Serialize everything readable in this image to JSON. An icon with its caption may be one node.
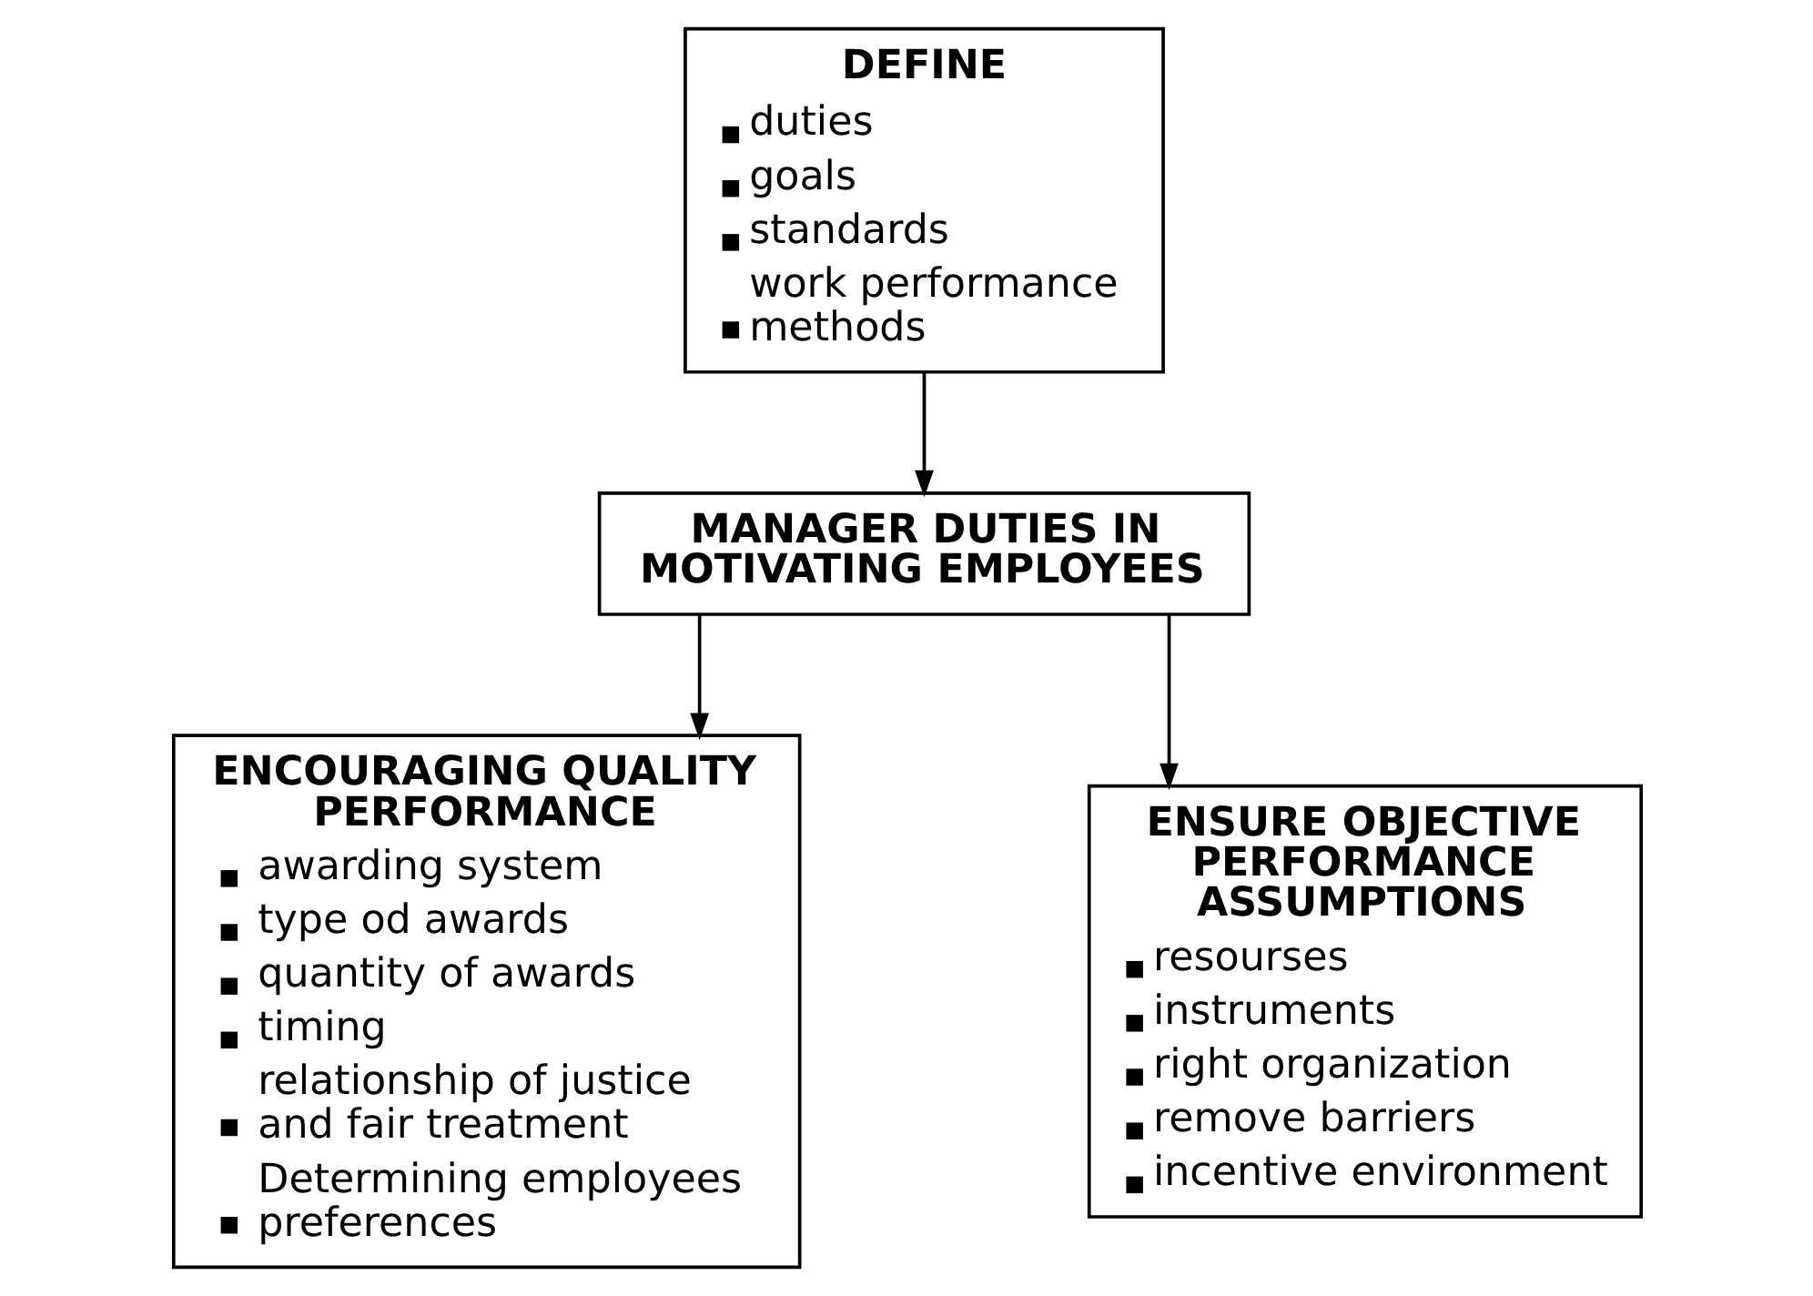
{
  "diagram": {
    "nodes": [
      {
        "text": [
          "DEFINE",
          "duties",
          "goals",
          "standards",
          "work performance methods"
        ]
      },
      {
        "text": [
          "MANAGER DUTIES IN MOTIVATING EMPLOYEES"
        ]
      },
      {
        "text": [
          "ENCOURAGING QUALITY PERFORMANCE",
          "awarding system",
          "type od awards",
          "quantity of awards",
          "timing",
          "relationship of justice and fair treatment",
          "Determining employees preferences"
        ]
      },
      {
        "text": [
          "ENSURE OBJECTIVE PERFORMANCE ASSUMPTIONS",
          "resourses",
          "instruments",
          "right organization",
          "remove barriers",
          "incentive environment"
        ]
      }
    ],
    "edges": [
      {
        "from": 0,
        "to": 1,
        "arrow": "to"
      },
      {
        "from": 1,
        "to": 2,
        "arrow": "to"
      },
      {
        "from": 1,
        "to": 3,
        "arrow": "to"
      }
    ]
  }
}
